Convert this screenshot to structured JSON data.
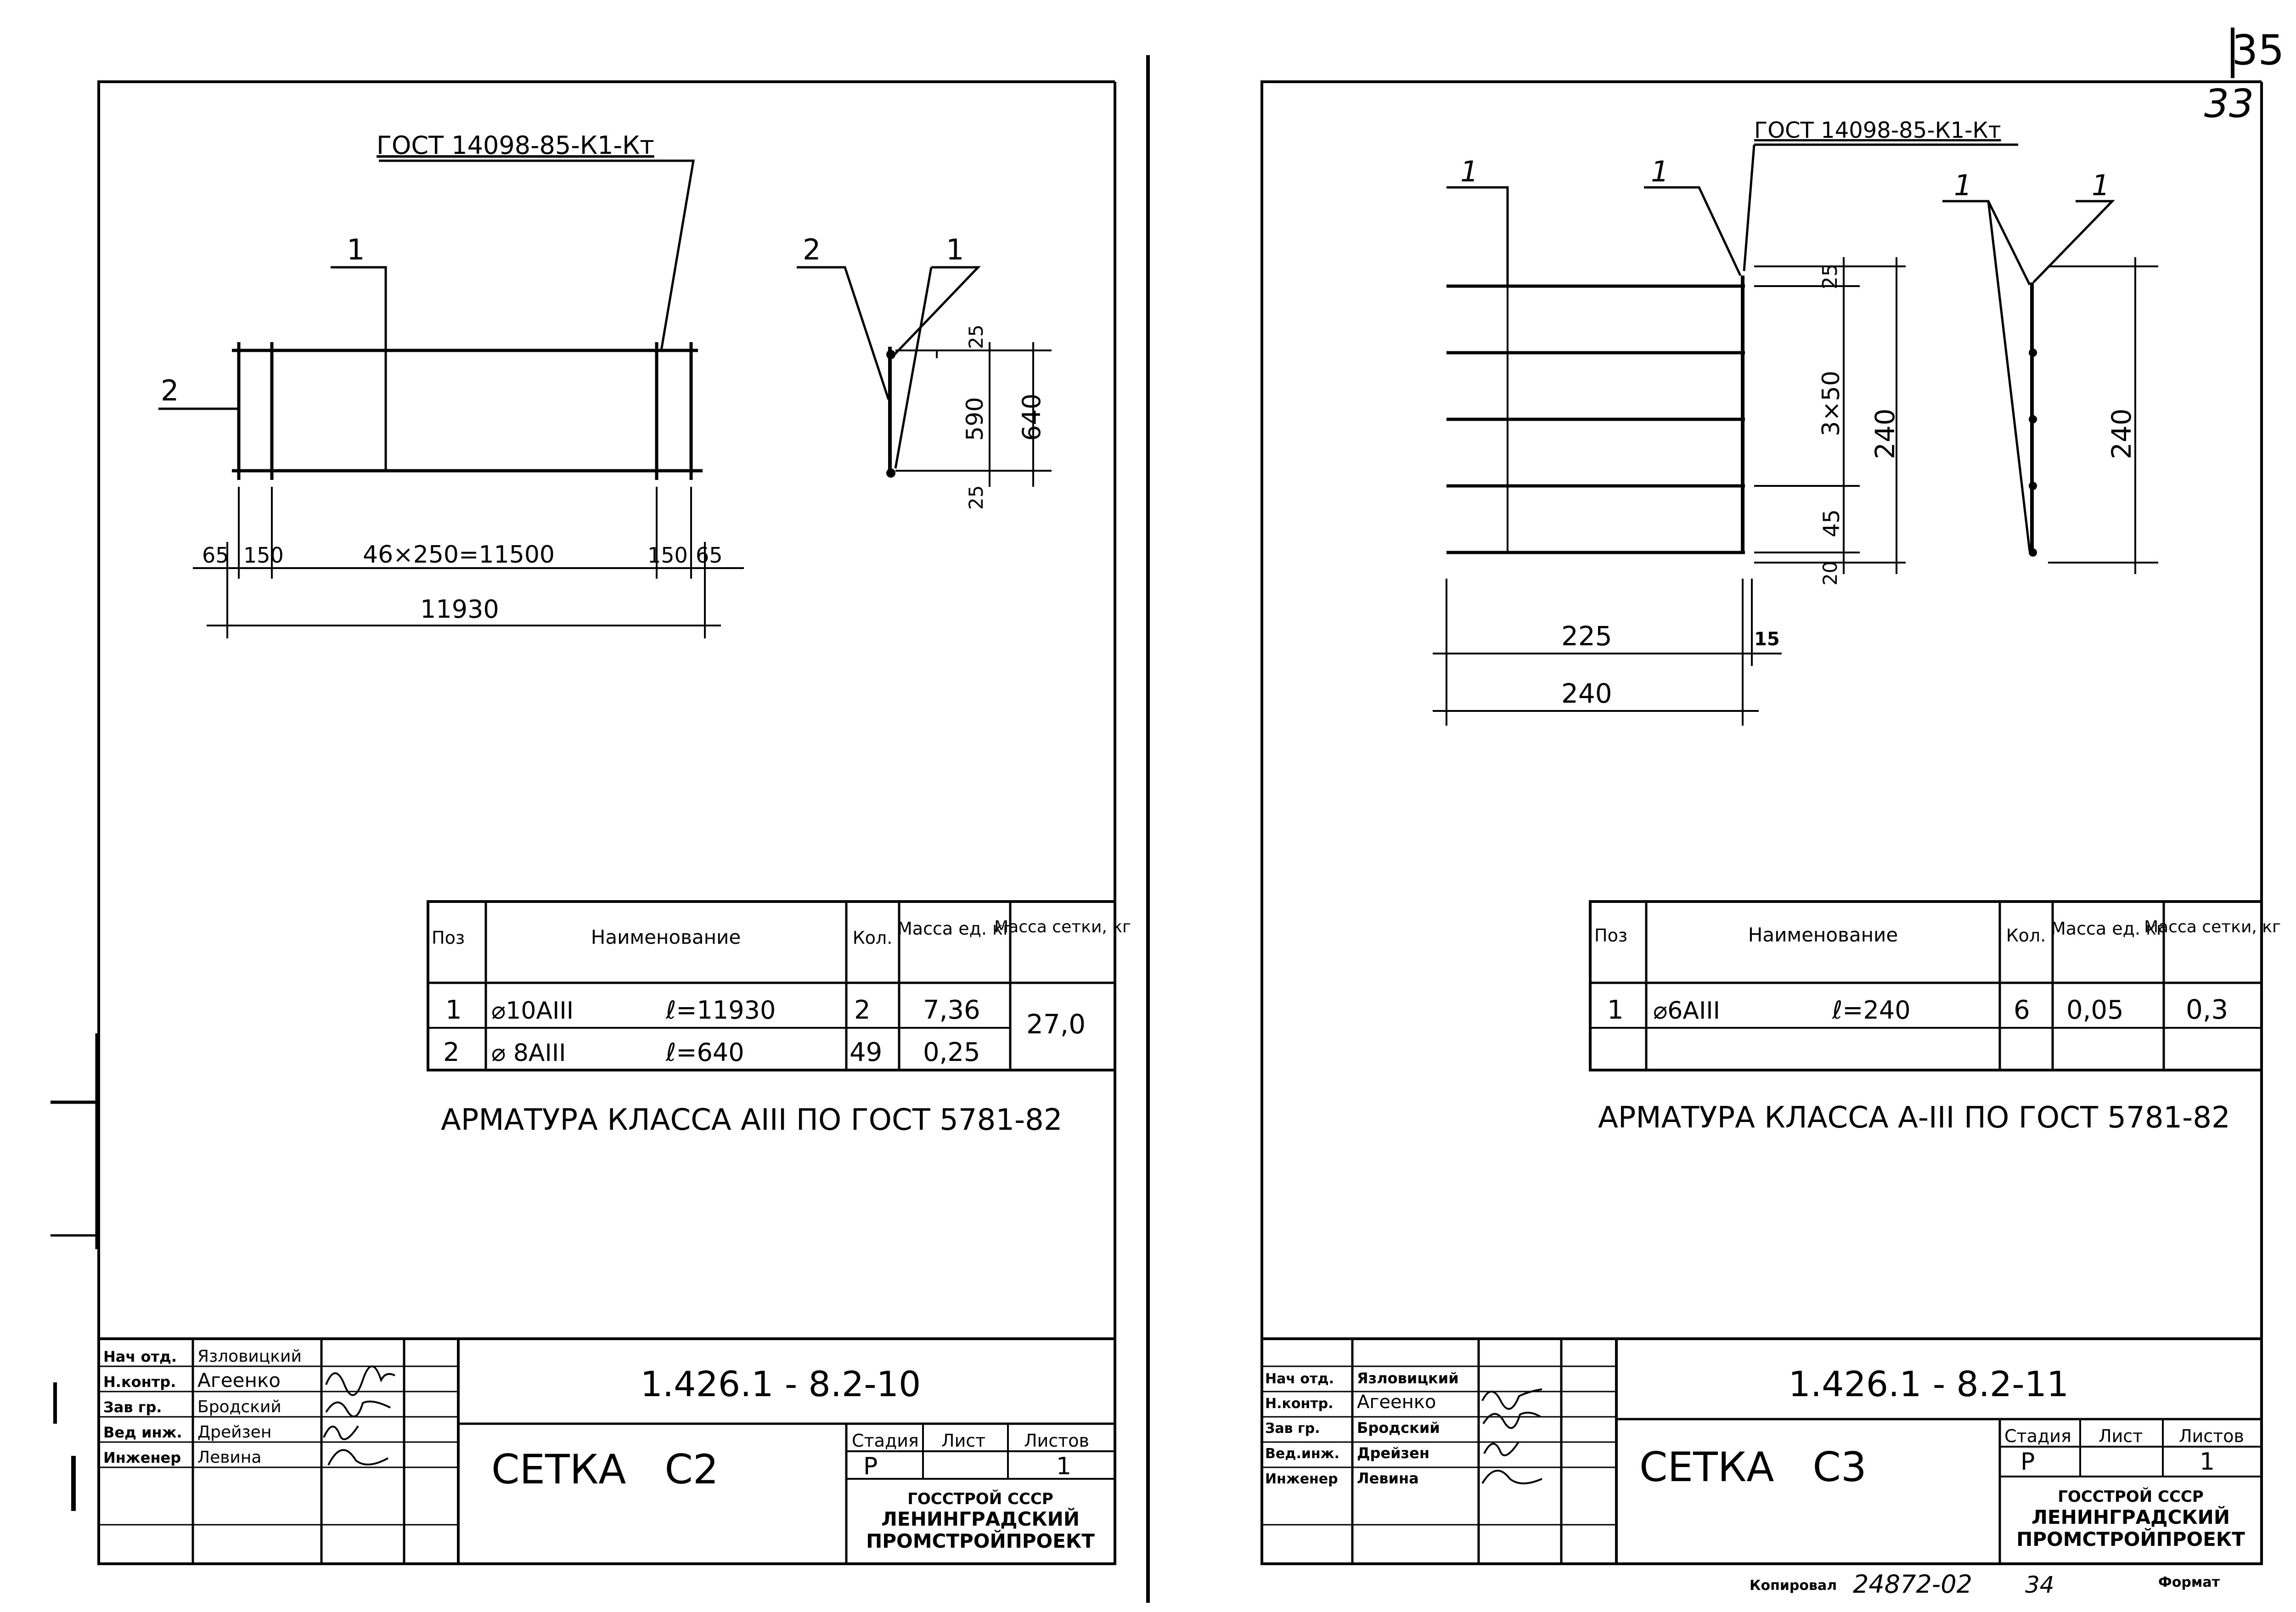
{
  "page_number_top": "33",
  "page_number_corner": "35",
  "left_sheet": {
    "gost_callout": "ГОСТ 14098-85-К1-Кт",
    "leader_1": "1",
    "leader_2": "2",
    "side_leader_2": "2",
    "side_leader_1": "1",
    "dim_end_left": "65",
    "dim_step_left": "150",
    "dim_main": "46×250=11500",
    "dim_step_right": "150",
    "dim_end_right": "65",
    "dim_overall": "11930",
    "dim_top_cover": "25",
    "dim_middle": "590",
    "dim_bottom_cover": "25",
    "dim_height": "640",
    "table_headers": {
      "pos": "Поз",
      "name": "Наименование",
      "qty": "Кол.",
      "unit_mass": "Масса ед. кг",
      "mesh_mass": "Масса сетки, кг"
    },
    "table_rows": [
      {
        "pos": "1",
        "bar": "⌀10АIII",
        "length": "ℓ=11930",
        "qty": "2",
        "unit_mass": "7,36"
      },
      {
        "pos": "2",
        "bar": "⌀ 8АIII",
        "length": "ℓ=640",
        "qty": "49",
        "unit_mass": "0,25"
      }
    ],
    "mesh_mass": "27,0",
    "note": "АРМАТУРА КЛАССА АIII ПО ГОСТ 5781-82",
    "title_block": {
      "roles": [
        "Нач отд.",
        "Н.контр.",
        "Зав гр.",
        "Вед инж.",
        "Инженер"
      ],
      "names": [
        "Язловицкий",
        "Агеенко",
        "Бродский",
        "Дрейзен",
        "Левина"
      ],
      "code": "1.426.1 - 8.2-10",
      "title": "СЕТКА   С2",
      "stage_label": "Стадия",
      "sheet_label": "Лист",
      "sheets_label": "Листов",
      "stage": "Р",
      "sheet": "",
      "sheets": "1",
      "org_line1": "ГОССТРОЙ СССР",
      "org_line2": "ЛЕНИНГРАДСКИЙ",
      "org_line3": "ПРОМСТРОЙПРОЕКТ"
    }
  },
  "right_sheet": {
    "gost_callout": "ГОСТ 14098-85-К1-Кт",
    "leader_1a": "1",
    "leader_1b": "1",
    "side_leader_1a": "1",
    "side_leader_1b": "1",
    "dim_top": "25",
    "dim_pitch": "3×50",
    "dim_lower": "45",
    "dim_bottom": "20",
    "dim_height": "240",
    "dim_side_height": "240",
    "dim_inner": "225",
    "dim_overhang": "15",
    "dim_overall": "240",
    "table_headers": {
      "pos": "Поз",
      "name": "Наименование",
      "qty": "Кол.",
      "unit_mass": "Масса ед. кг",
      "mesh_mass": "Масса сетки, кг"
    },
    "table_rows": [
      {
        "pos": "1",
        "bar": "⌀6АIII",
        "length": "ℓ=240",
        "qty": "6",
        "unit_mass": "0,05"
      }
    ],
    "mesh_mass": "0,3",
    "note": "АРМАТУРА КЛАССА А-III ПО ГОСТ 5781-82",
    "title_block": {
      "roles": [
        "Нач отд.",
        "Н.контр.",
        "Зав гр.",
        "Вед.инж.",
        "Инженер"
      ],
      "names": [
        "Язловицкий",
        "Агеенко",
        "Бродский",
        "Дрейзен",
        "Левина"
      ],
      "code": "1.426.1 - 8.2-11",
      "title": "СЕТКА   С3",
      "stage_label": "Стадия",
      "sheet_label": "Лист",
      "sheets_label": "Листов",
      "stage": "Р",
      "sheet": "",
      "sheets": "1",
      "org_line1": "ГОССТРОЙ СССР",
      "org_line2": "ЛЕНИНГРАДСКИЙ",
      "org_line3": "ПРОМСТРОЙПРОЕКТ"
    }
  },
  "footer": {
    "copied_label": "Копировал",
    "order_number": "24872-02",
    "sheet_no": "34",
    "format_label": "Формат"
  }
}
